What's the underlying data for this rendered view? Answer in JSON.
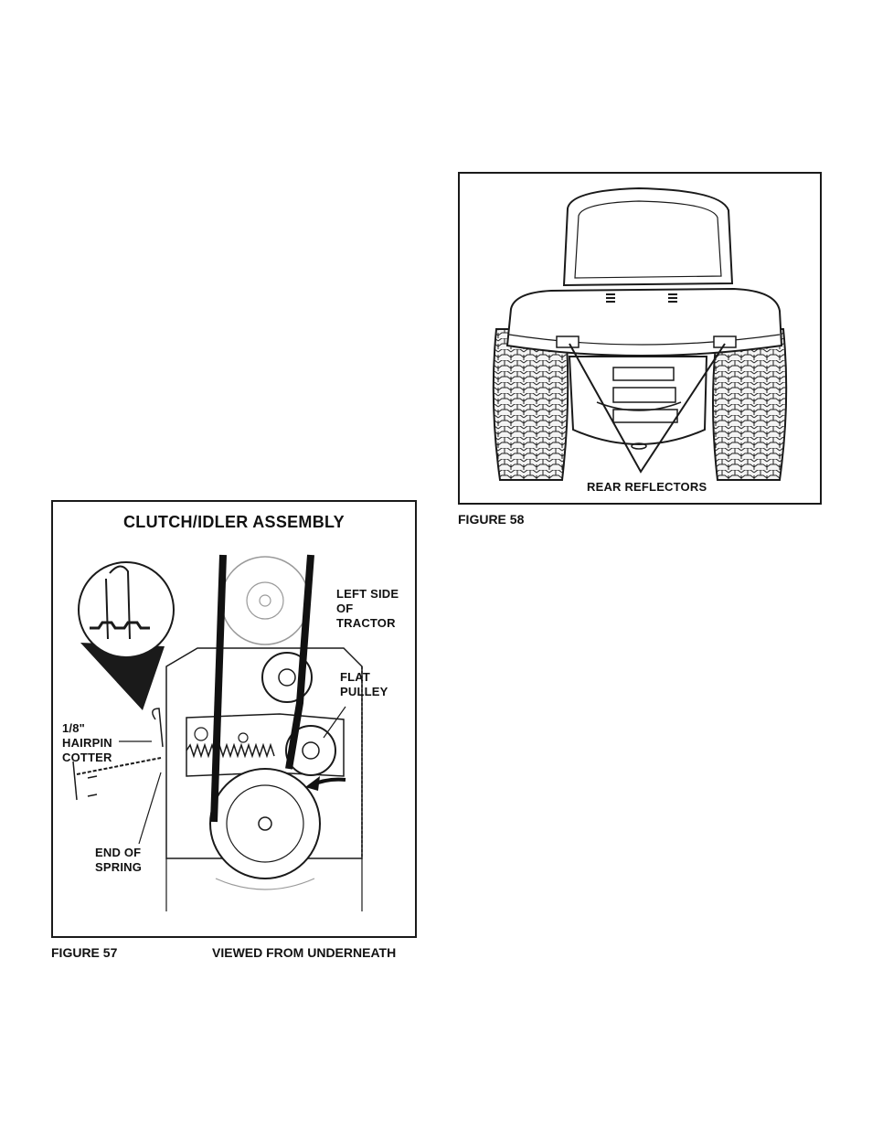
{
  "figure58": {
    "callout": "REAR REFLECTORS",
    "caption": "FIGURE  58"
  },
  "figure57": {
    "title": "CLUTCH/IDLER ASSEMBLY",
    "labels": {
      "left_side": "LEFT SIDE\nOF\nTRACTOR",
      "flat_pulley": "FLAT\nPULLEY",
      "hairpin": "1/8\"\nHAIRPIN\nCOTTER",
      "end_of_spring": "END OF\nSPRING"
    },
    "caption": "FIGURE 57",
    "view_note": "VIEWED FROM UNDERNEATH"
  },
  "colors": {
    "line": "#1a1a1a",
    "shade": "#9a9a9a",
    "paper": "#ffffff"
  }
}
